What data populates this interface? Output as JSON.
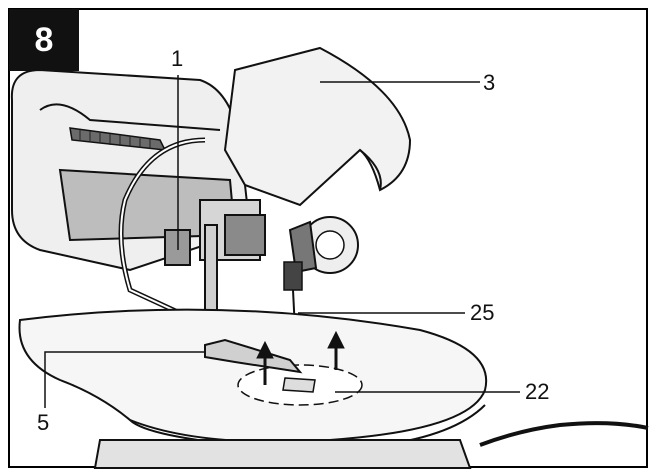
{
  "figure": {
    "number": "8",
    "callouts": [
      {
        "id": "c1",
        "label": "1"
      },
      {
        "id": "c3",
        "label": "3"
      },
      {
        "id": "c25",
        "label": "25"
      },
      {
        "id": "c22",
        "label": "22"
      },
      {
        "id": "c5",
        "label": "5"
      }
    ]
  }
}
